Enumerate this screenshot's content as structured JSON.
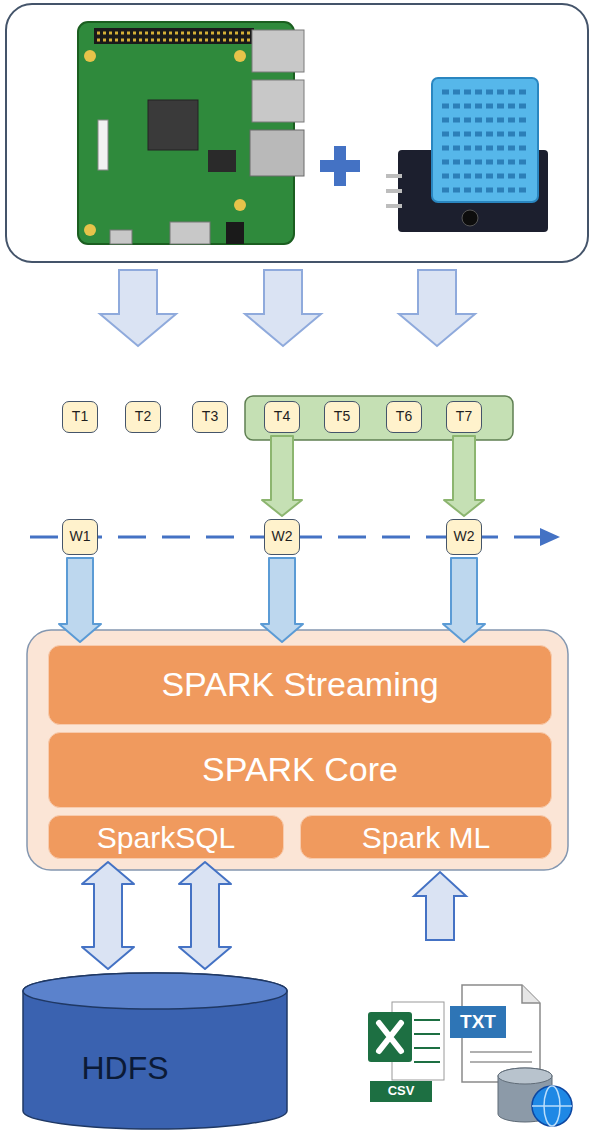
{
  "diagram": {
    "nodes": [
      {
        "text": [
          "T1"
        ]
      },
      {
        "text": [
          "T2"
        ]
      },
      {
        "text": [
          "T3"
        ]
      },
      {
        "text": [
          "T4"
        ]
      },
      {
        "text": [
          "T5"
        ]
      },
      {
        "text": [
          "T6"
        ]
      },
      {
        "text": [
          "T7"
        ]
      },
      {
        "text": [
          "W1"
        ]
      },
      {
        "text": [
          "W2"
        ]
      },
      {
        "text": [
          "W2"
        ]
      },
      {
        "text": [
          "SPARK Streaming"
        ]
      },
      {
        "text": [
          "SPARK Core"
        ]
      },
      {
        "text": [
          "SparkSQL"
        ]
      },
      {
        "text": [
          "Spark ML"
        ]
      },
      {
        "text": [
          "HDFS"
        ]
      }
    ],
    "edges": [
      {
        "from": 3,
        "to": 8,
        "arrow": "to"
      },
      {
        "from": 6,
        "to": 9,
        "arrow": "to"
      },
      {
        "from": 7,
        "to": 10,
        "arrow": "to"
      },
      {
        "from": 8,
        "to": 10,
        "arrow": "to"
      },
      {
        "from": 9,
        "to": 10,
        "arrow": "to"
      },
      {
        "from": 12,
        "to": 14,
        "arrow": "both"
      },
      {
        "from": 12,
        "to": 14,
        "arrow": "both"
      }
    ],
    "labels": [
      "CSV",
      "TXT"
    ]
  }
}
